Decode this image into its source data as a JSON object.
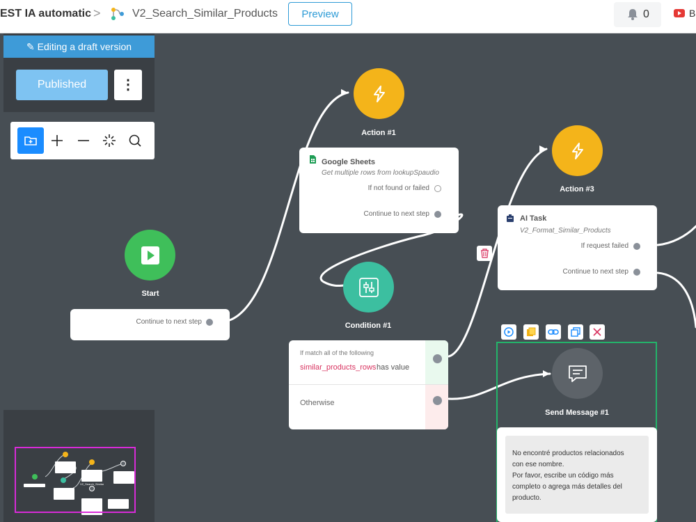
{
  "header": {
    "app_name": "EST IA automatic",
    "separator": ">",
    "flow_name": "V2_Search_Similar_Products",
    "preview_label": "Preview",
    "notifications_count": "0",
    "trailing_text": "B"
  },
  "sidebar": {
    "draft_banner": "Editing a draft version",
    "published_label": "Published",
    "more_label": "⋮"
  },
  "canvas": {
    "start": {
      "label": "Start",
      "port_label": "Continue to next step"
    },
    "action1": {
      "label": "Action #1",
      "title": "Google Sheets",
      "subtitle": "Get multiple rows from lookupSpaudio",
      "port_fail": "If not found or failed",
      "port_next": "Continue to next step"
    },
    "condition1": {
      "label": "Condition #1",
      "rule_header": "If match all of the following",
      "rule_variable": "similar_products_rows",
      "rule_op": "has value",
      "otherwise": "Otherwise"
    },
    "action3": {
      "label": "Action #3",
      "title": "AI Task",
      "subtitle": "V2_Format_Similar_Products",
      "port_fail": "If request failed",
      "port_next": "Continue to next step"
    },
    "send_message1": {
      "label": "Send Message #1",
      "lines": [
        "No encontré productos relacionados",
        "con ese nombre.",
        "Por favor, escribe un código más",
        "completo o agrega más detalles del",
        "producto."
      ]
    },
    "minimap_label": "V2_Search_Similar"
  },
  "colors": {
    "canvas_bg": "#474e54",
    "start_green": "#3fbf5a",
    "action_yellow": "#f4b41a",
    "condition_teal": "#3cbfa0",
    "message_gray": "#5d6369",
    "accent_blue": "#3e9bd8",
    "selected_green": "#23b46a"
  }
}
